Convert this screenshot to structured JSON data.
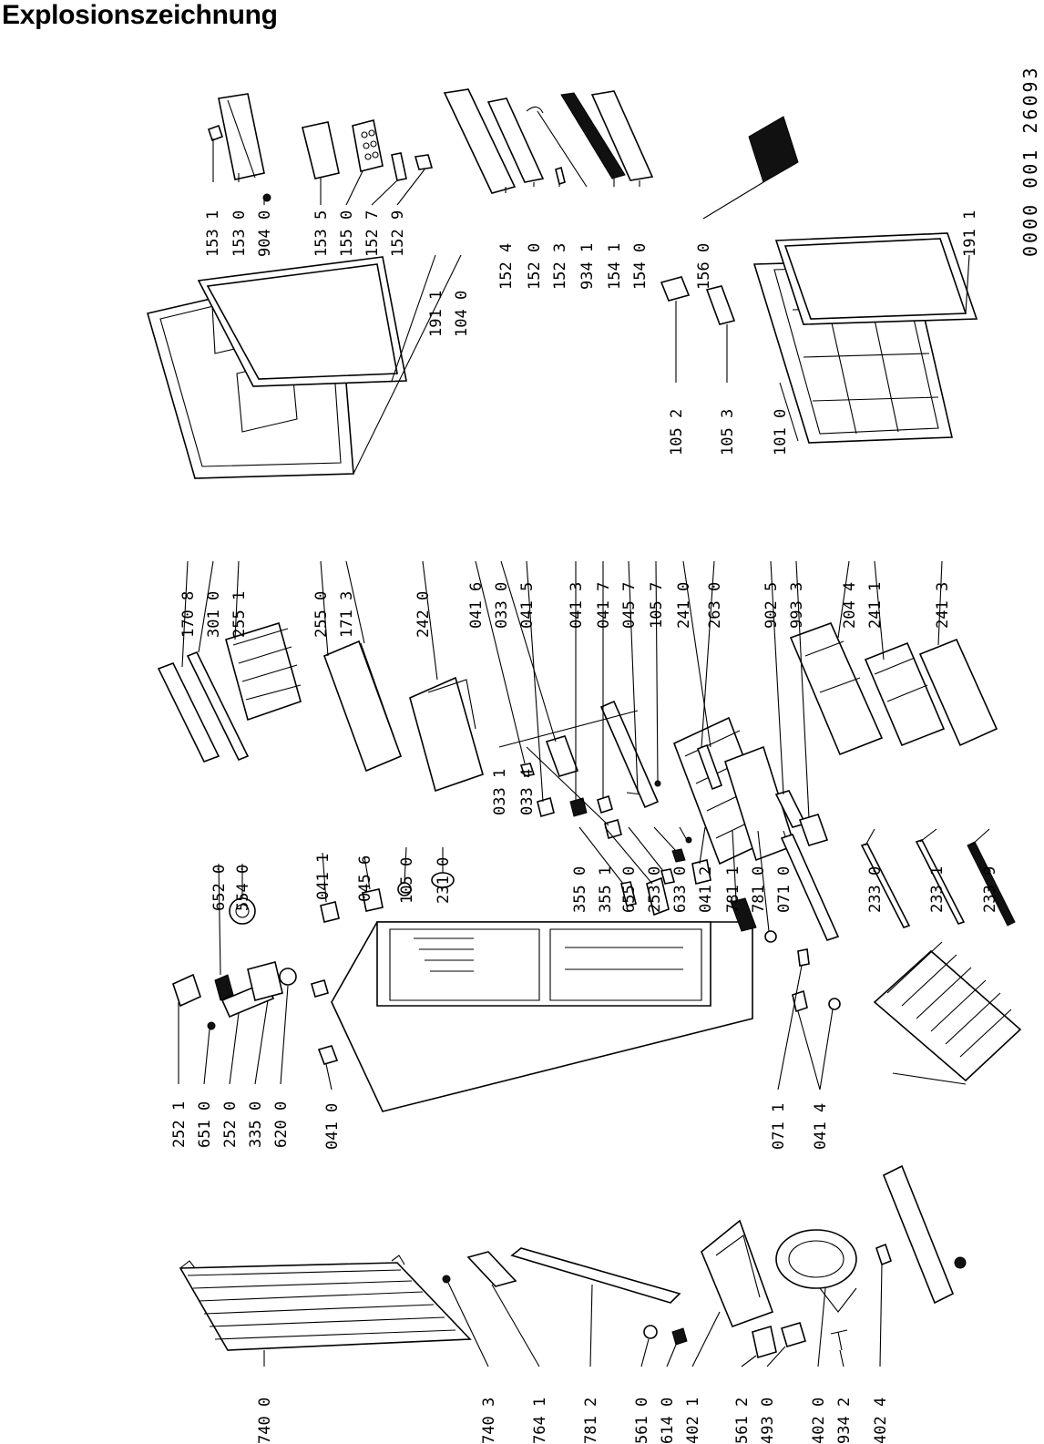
{
  "title": "Explosionszeichnung",
  "document_number": "0000 001 26093",
  "colors": {
    "ink": "#000000",
    "paper": "#ffffff"
  },
  "labels": [
    "153 1",
    "153 0",
    "904 0",
    "153 5",
    "155 0",
    "152 7",
    "152 9",
    "152 4",
    "152 0",
    "152 3",
    "934 1",
    "154 1",
    "154 0",
    "156 0",
    "191 1",
    "104 0",
    "105 2",
    "105 3",
    "101 0",
    "191 1",
    "170 8",
    "301 0",
    "255 1",
    "255 0",
    "171 3",
    "242 0",
    "041 6",
    "033 0",
    "041 5",
    "041 3",
    "041 7",
    "045 7",
    "105 7",
    "241 0",
    "263 0",
    "902 5",
    "993 3",
    "204 4",
    "241 1",
    "241 3",
    "033 1",
    "033 4",
    "355 0",
    "355 1",
    "655 0",
    "253 0",
    "633 0",
    "041 2",
    "781 1",
    "781 0",
    "071 0",
    "233 0",
    "233 1",
    "233 9",
    "652 0",
    "554 0",
    "041 1",
    "045 6",
    "105 0",
    "231 0",
    "252 1",
    "651 0",
    "252 0",
    "335 0",
    "620 0",
    "041 0",
    "071 1",
    "041 4",
    "740 0",
    "740 3",
    "764 1",
    "781 2",
    "561 0",
    "614 0",
    "402 1",
    "561 2",
    "493 0",
    "402 0",
    "934 2",
    "402 4"
  ]
}
